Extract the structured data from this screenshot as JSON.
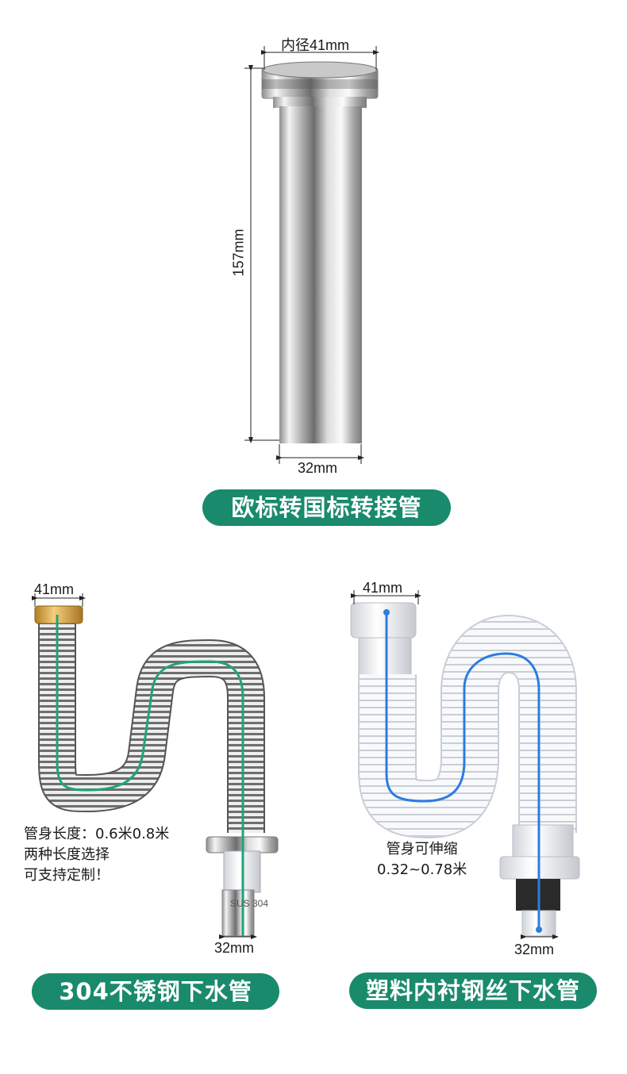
{
  "top_product": {
    "inner_diameter_label": "内径41mm",
    "length_label": "157mm",
    "bottom_label": "32mm",
    "title": "欧标转国标转接管"
  },
  "left_product": {
    "top_label": "41mm",
    "bottom_label": "32mm",
    "stamp_text": "SUS 304",
    "note_lines": [
      "管身长度：0.6米0.8米",
      "两种长度选择",
      "可支持定制！"
    ],
    "title": "304不锈钢下水管"
  },
  "right_product": {
    "top_label": "41mm",
    "bottom_label": "32mm",
    "note_lines": [
      "管身可伸缩",
      "0.32~0.78米"
    ],
    "title": "塑料内衬钢丝下水管"
  },
  "colors": {
    "pill_green": "#1a8a6c",
    "green_line": "#1fa37a",
    "blue_line": "#2b7de0",
    "brass": "#d9a94a"
  }
}
